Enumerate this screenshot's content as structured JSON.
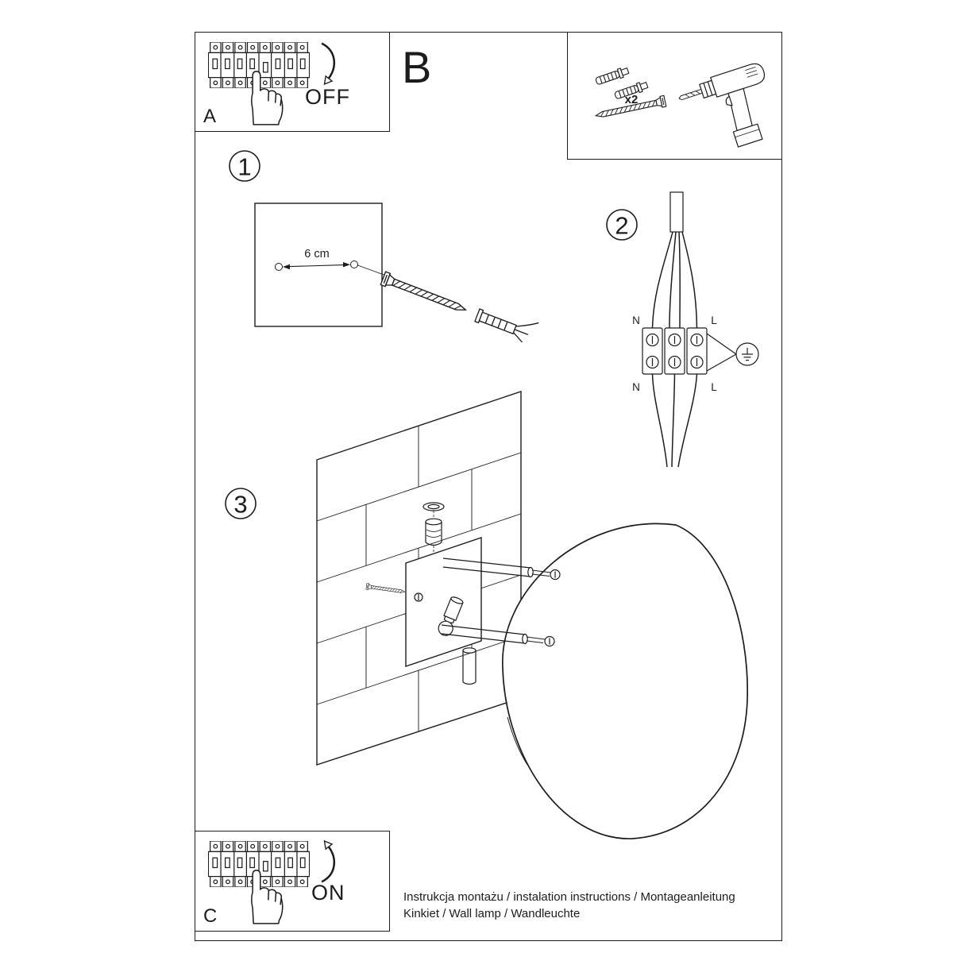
{
  "colors": {
    "ink": "#1c1c1c",
    "paper": "#ffffff"
  },
  "power_off_panel": {
    "label": "A",
    "state_label": "OFF"
  },
  "section_b": {
    "label": "B"
  },
  "tools_panel": {
    "quantity_label": "x2"
  },
  "step_drilling": {
    "number": "1",
    "hole_spacing_label": "6 cm"
  },
  "step_wiring": {
    "number": "2",
    "terminal_top_left": "N",
    "terminal_top_right": "L",
    "terminal_bottom_left": "N",
    "terminal_bottom_right": "L"
  },
  "step_mounting": {
    "number": "3"
  },
  "power_on_panel": {
    "label": "C",
    "state_label": "ON"
  },
  "footer": {
    "line1": "Instrukcja montażu / instalation instructions / Montageanleitung",
    "line2": "Kinkiet / Wall lamp / Wandleuchte"
  }
}
